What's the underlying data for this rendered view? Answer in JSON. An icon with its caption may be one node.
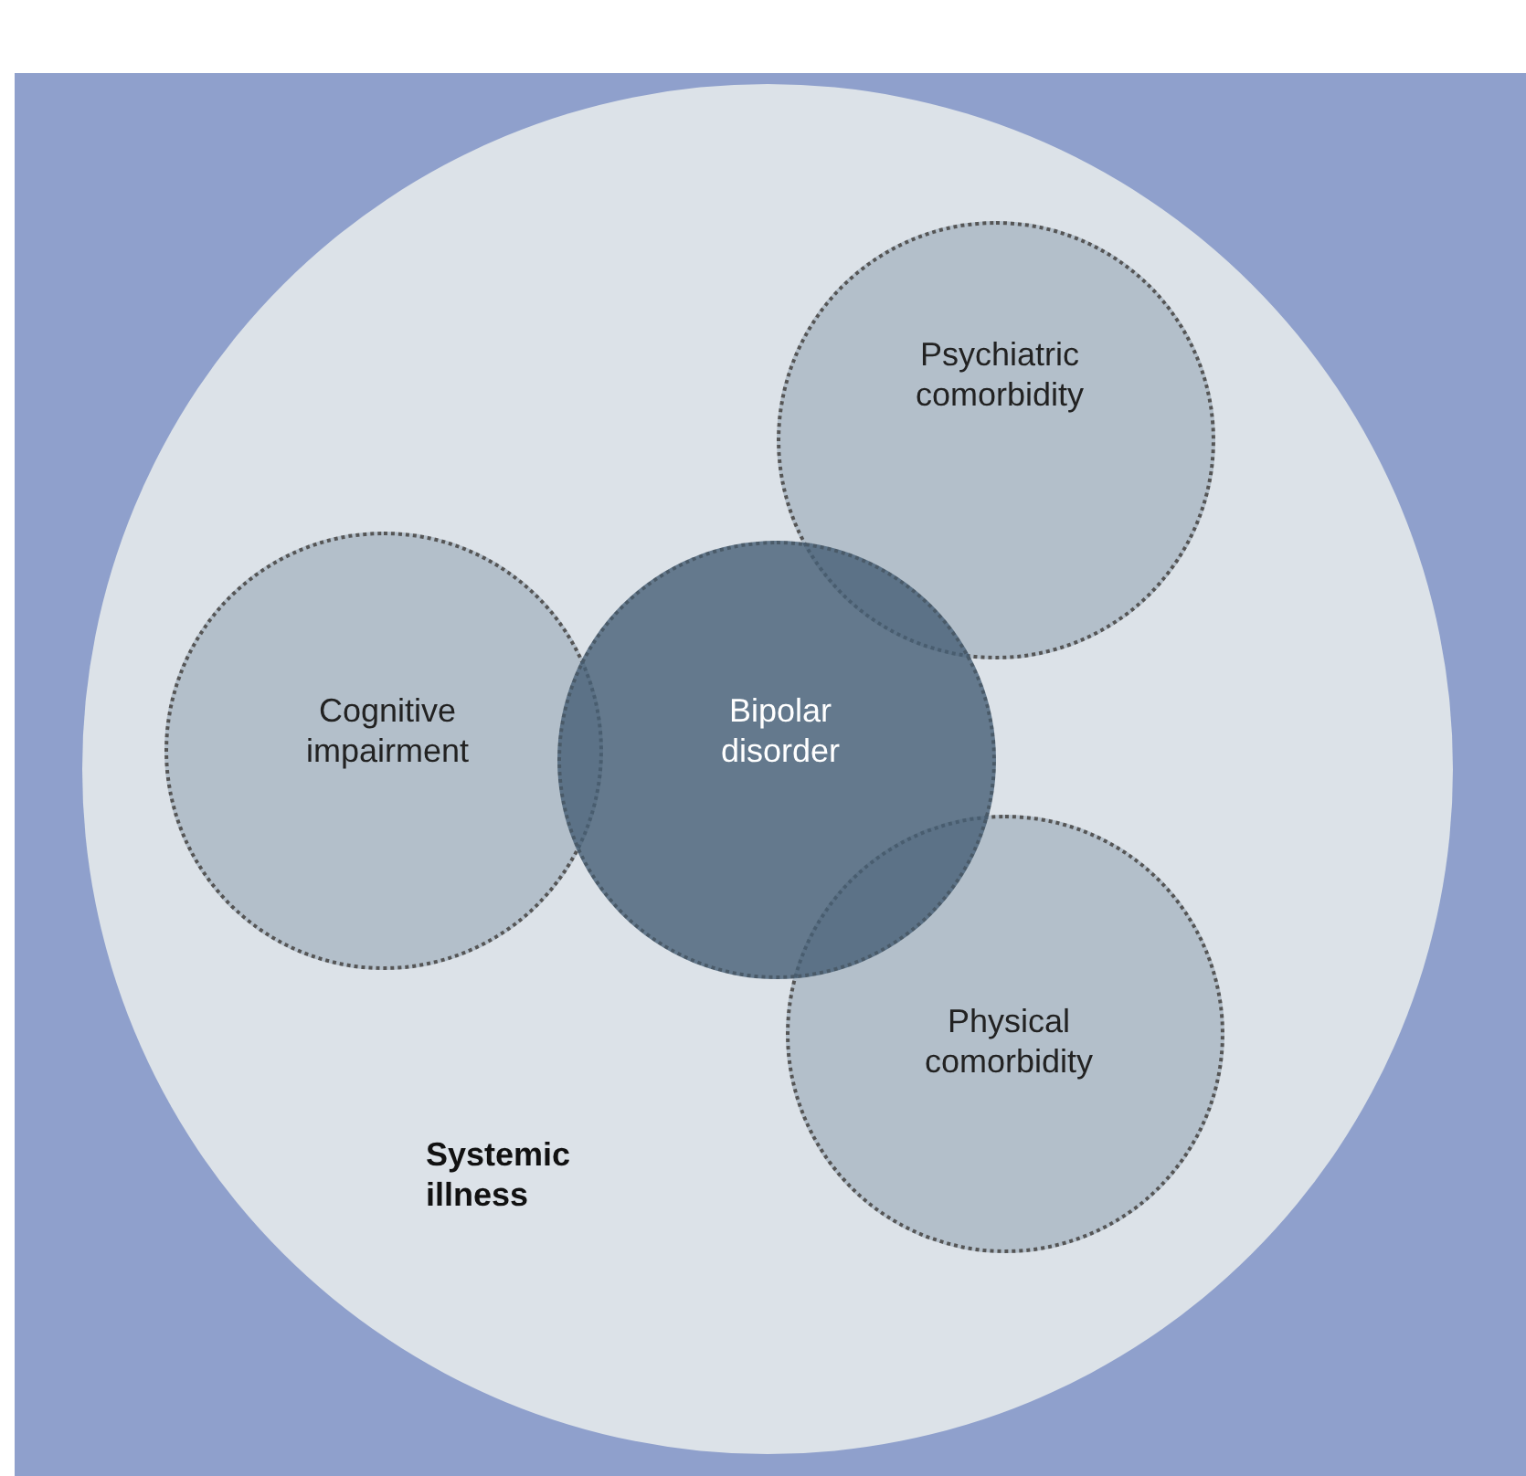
{
  "diagram": {
    "nodes": [
      {
        "text": [
          "Systemic illness"
        ]
      },
      {
        "text": [
          "Cognitive impairment"
        ],
        "in": 0
      },
      {
        "text": [
          "Bipolar disorder"
        ],
        "in": 0
      },
      {
        "text": [
          "Psychiatric comorbidity"
        ],
        "in": 0
      },
      {
        "text": [
          "Physical comorbidity"
        ],
        "in": 0
      }
    ]
  }
}
